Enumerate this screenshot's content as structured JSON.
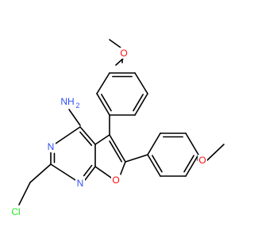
{
  "molecule": {
    "colors": {
      "carbon_bond": "#000000",
      "nitrogen": "#3050F8",
      "oxygen": "#FF0D0D",
      "chlorine": "#1FF01F",
      "background": "#ffffff"
    },
    "labels": {
      "amine": "NH",
      "amine_subscript": "2",
      "ring_n_top": "N",
      "ring_n_bottom": "N",
      "furan_o": "O",
      "chloro": "Cl",
      "methoxy_o_top": "O",
      "methoxy_o_right": "O"
    }
  }
}
